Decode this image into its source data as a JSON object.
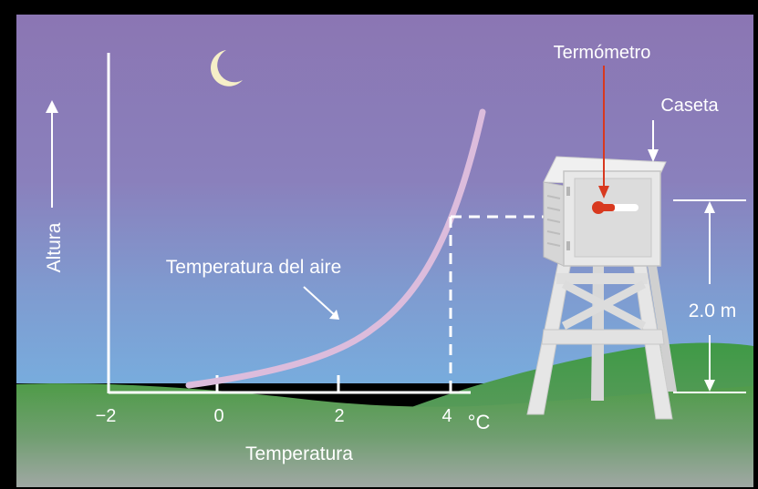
{
  "labels": {
    "axis_y": "Altura",
    "axis_x": "Temperatura",
    "unit_celsius": "°C",
    "curve": "Temperatura del aire",
    "thermometer": "Termómetro",
    "shelter": "Caseta",
    "height": "2.0 m"
  },
  "x_ticks": [
    "−2",
    "0",
    "2",
    "4"
  ],
  "colors": {
    "sky_top": "#8d77b4",
    "sky_bottom": "#78a8dc",
    "ground_top": "#4e9a48",
    "ground_bottom": "#97a59a",
    "curve": "#d8b8d8",
    "axis": "#ffffff",
    "shelter": "#e3e3e3",
    "thermometer_bulb": "#d8391f"
  },
  "icons": {
    "moon": "crescent-moon-icon",
    "arrow_up": "up-arrow-icon"
  }
}
